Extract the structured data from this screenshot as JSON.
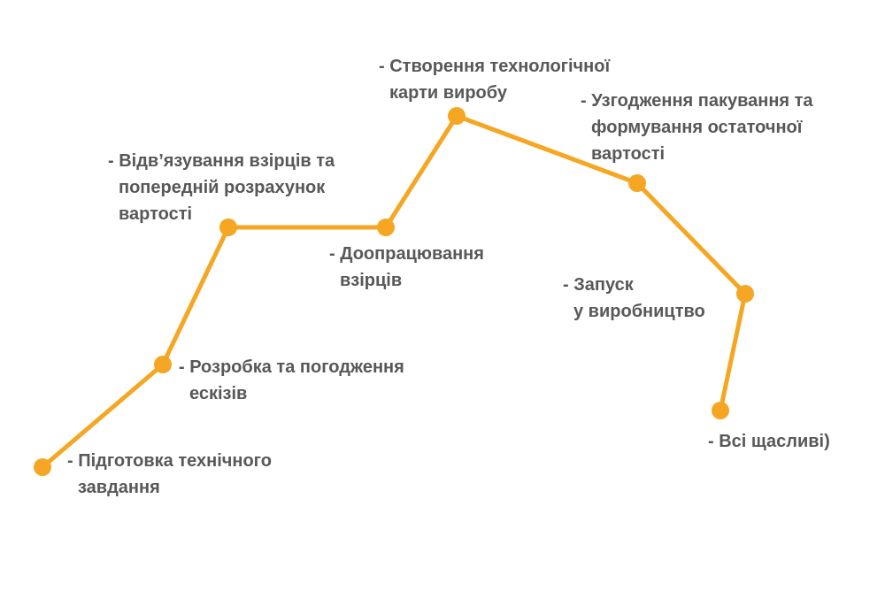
{
  "diagram": {
    "line_color": "#f5a623",
    "text_color": "#58585a",
    "steps": [
      {
        "lines": [
          "- Підготовка технічного",
          "завдання"
        ]
      },
      {
        "lines": [
          "- Розробка та погодження",
          "ескізів"
        ]
      },
      {
        "lines": [
          "- Відв’язування взірців та",
          "попередній розрахунок",
          "вартості"
        ]
      },
      {
        "lines": [
          "- Доопрацювання",
          "взірців"
        ]
      },
      {
        "lines": [
          "- Створення технологічної",
          "карти виробу"
        ]
      },
      {
        "lines": [
          "- Узгодження пакування та",
          "формування остаточної",
          "вартості"
        ]
      },
      {
        "lines": [
          "- Запуск",
          "у виробництво"
        ]
      },
      {
        "lines": [
          "- Всі щасливі)"
        ]
      }
    ]
  }
}
